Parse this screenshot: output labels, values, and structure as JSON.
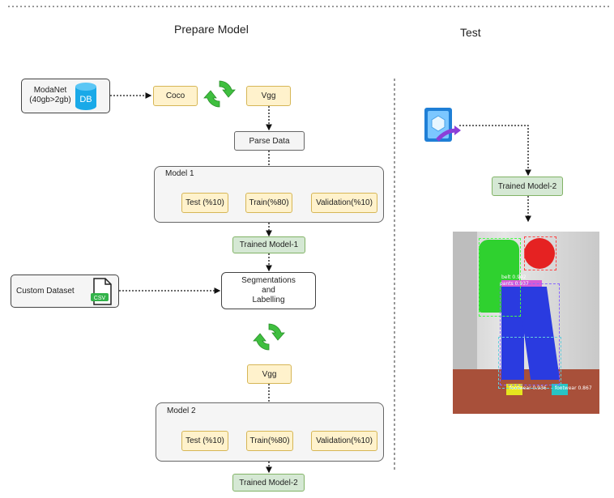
{
  "headings": {
    "prepare": "Prepare Model",
    "test": "Test"
  },
  "sources": {
    "modanet": {
      "label_line1": "ModaNet",
      "label_line2": "(40gb>2gb)",
      "icon_text": "DB"
    },
    "custom": {
      "label": "Custom Dataset",
      "icon_text": "CSV"
    }
  },
  "nodes": {
    "coco": "Coco",
    "vgg1": "Vgg",
    "parse": "Parse Data",
    "model1": {
      "title": "Model 1",
      "test": "Test (%10)",
      "train": "Train(%80)",
      "validation": "Validation(%10)"
    },
    "trained1": "Trained Model-1",
    "segmentation": {
      "line1": "Segmentations",
      "line2": "and",
      "line3": "Labelling"
    },
    "vgg2": "Vgg",
    "model2": {
      "title": "Model 2",
      "test": "Test (%10)",
      "train": "Train(%80)",
      "validation": "Validation(%10)"
    },
    "trained2": "Trained Model-2"
  },
  "test_panel": {
    "trained": "Trained Model-2",
    "detections": [
      {
        "label": "belt 0.992"
      },
      {
        "label": "pants 0.937"
      },
      {
        "label": "footwear 0.936"
      },
      {
        "label": "footwear 0.867"
      }
    ]
  },
  "colors": {
    "yellow_fill": "#fff2cc",
    "yellow_border": "#d6b656",
    "green_fill": "#d5e8d4",
    "green_border": "#82b366",
    "arrow": "#111111",
    "refresh_icon": "#3fbf3f"
  },
  "icons": [
    "database-icon",
    "csv-file-icon",
    "refresh-icon",
    "cloud-deploy-icon",
    "arrow-icon"
  ]
}
